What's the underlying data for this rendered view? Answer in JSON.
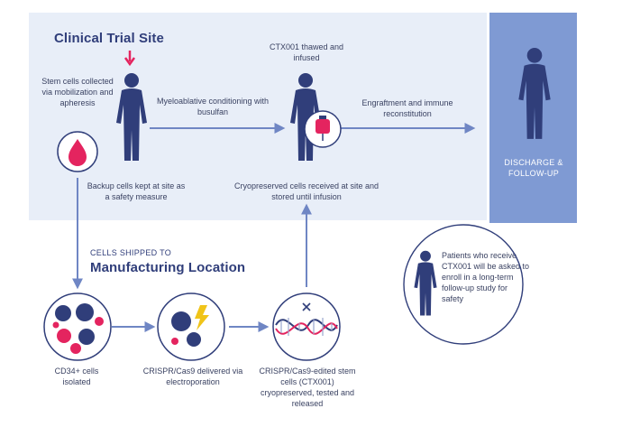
{
  "site": {
    "title": "Clinical Trial Site",
    "stem_cells_caption": "Stem cells collected via mobilization and apheresis",
    "backup_caption": "Backup cells kept at site as a safety measure",
    "conditioning_caption": "Myeloablative conditioning with busulfan",
    "thawed_caption": "CTX001 thawed and infused",
    "engraftment_caption": "Engraftment and immune reconstitution",
    "cryo_received_caption": "Cryopreserved cells received at site and stored until infusion"
  },
  "discharge": {
    "label": "DISCHARGE & FOLLOW-UP"
  },
  "manufacturing": {
    "shipped_label": "CELLS SHIPPED TO",
    "title": "Manufacturing Location",
    "step1_caption": "CD34+ cells isolated",
    "step2_caption": "CRISPR/Cas9 delivered via electroporation",
    "step3_caption": "CRISPR/Cas9-edited stem cells (CTX001) cryopreserved, tested and released"
  },
  "followup": {
    "caption": "Patients who receive CTX001 will be asked to enroll in a long-term follow-up study for safety"
  },
  "colors": {
    "navy": "#303e7a",
    "arrow_blue": "#6f86c4",
    "pink": "#e4245f",
    "panel_light": "#e8eef8",
    "panel_dark": "#7f9ad3"
  },
  "icons": [
    "blood-drop-icon",
    "person-icon",
    "iv-bag-icon",
    "cells-icon",
    "lightning-icon",
    "dna-icon"
  ]
}
